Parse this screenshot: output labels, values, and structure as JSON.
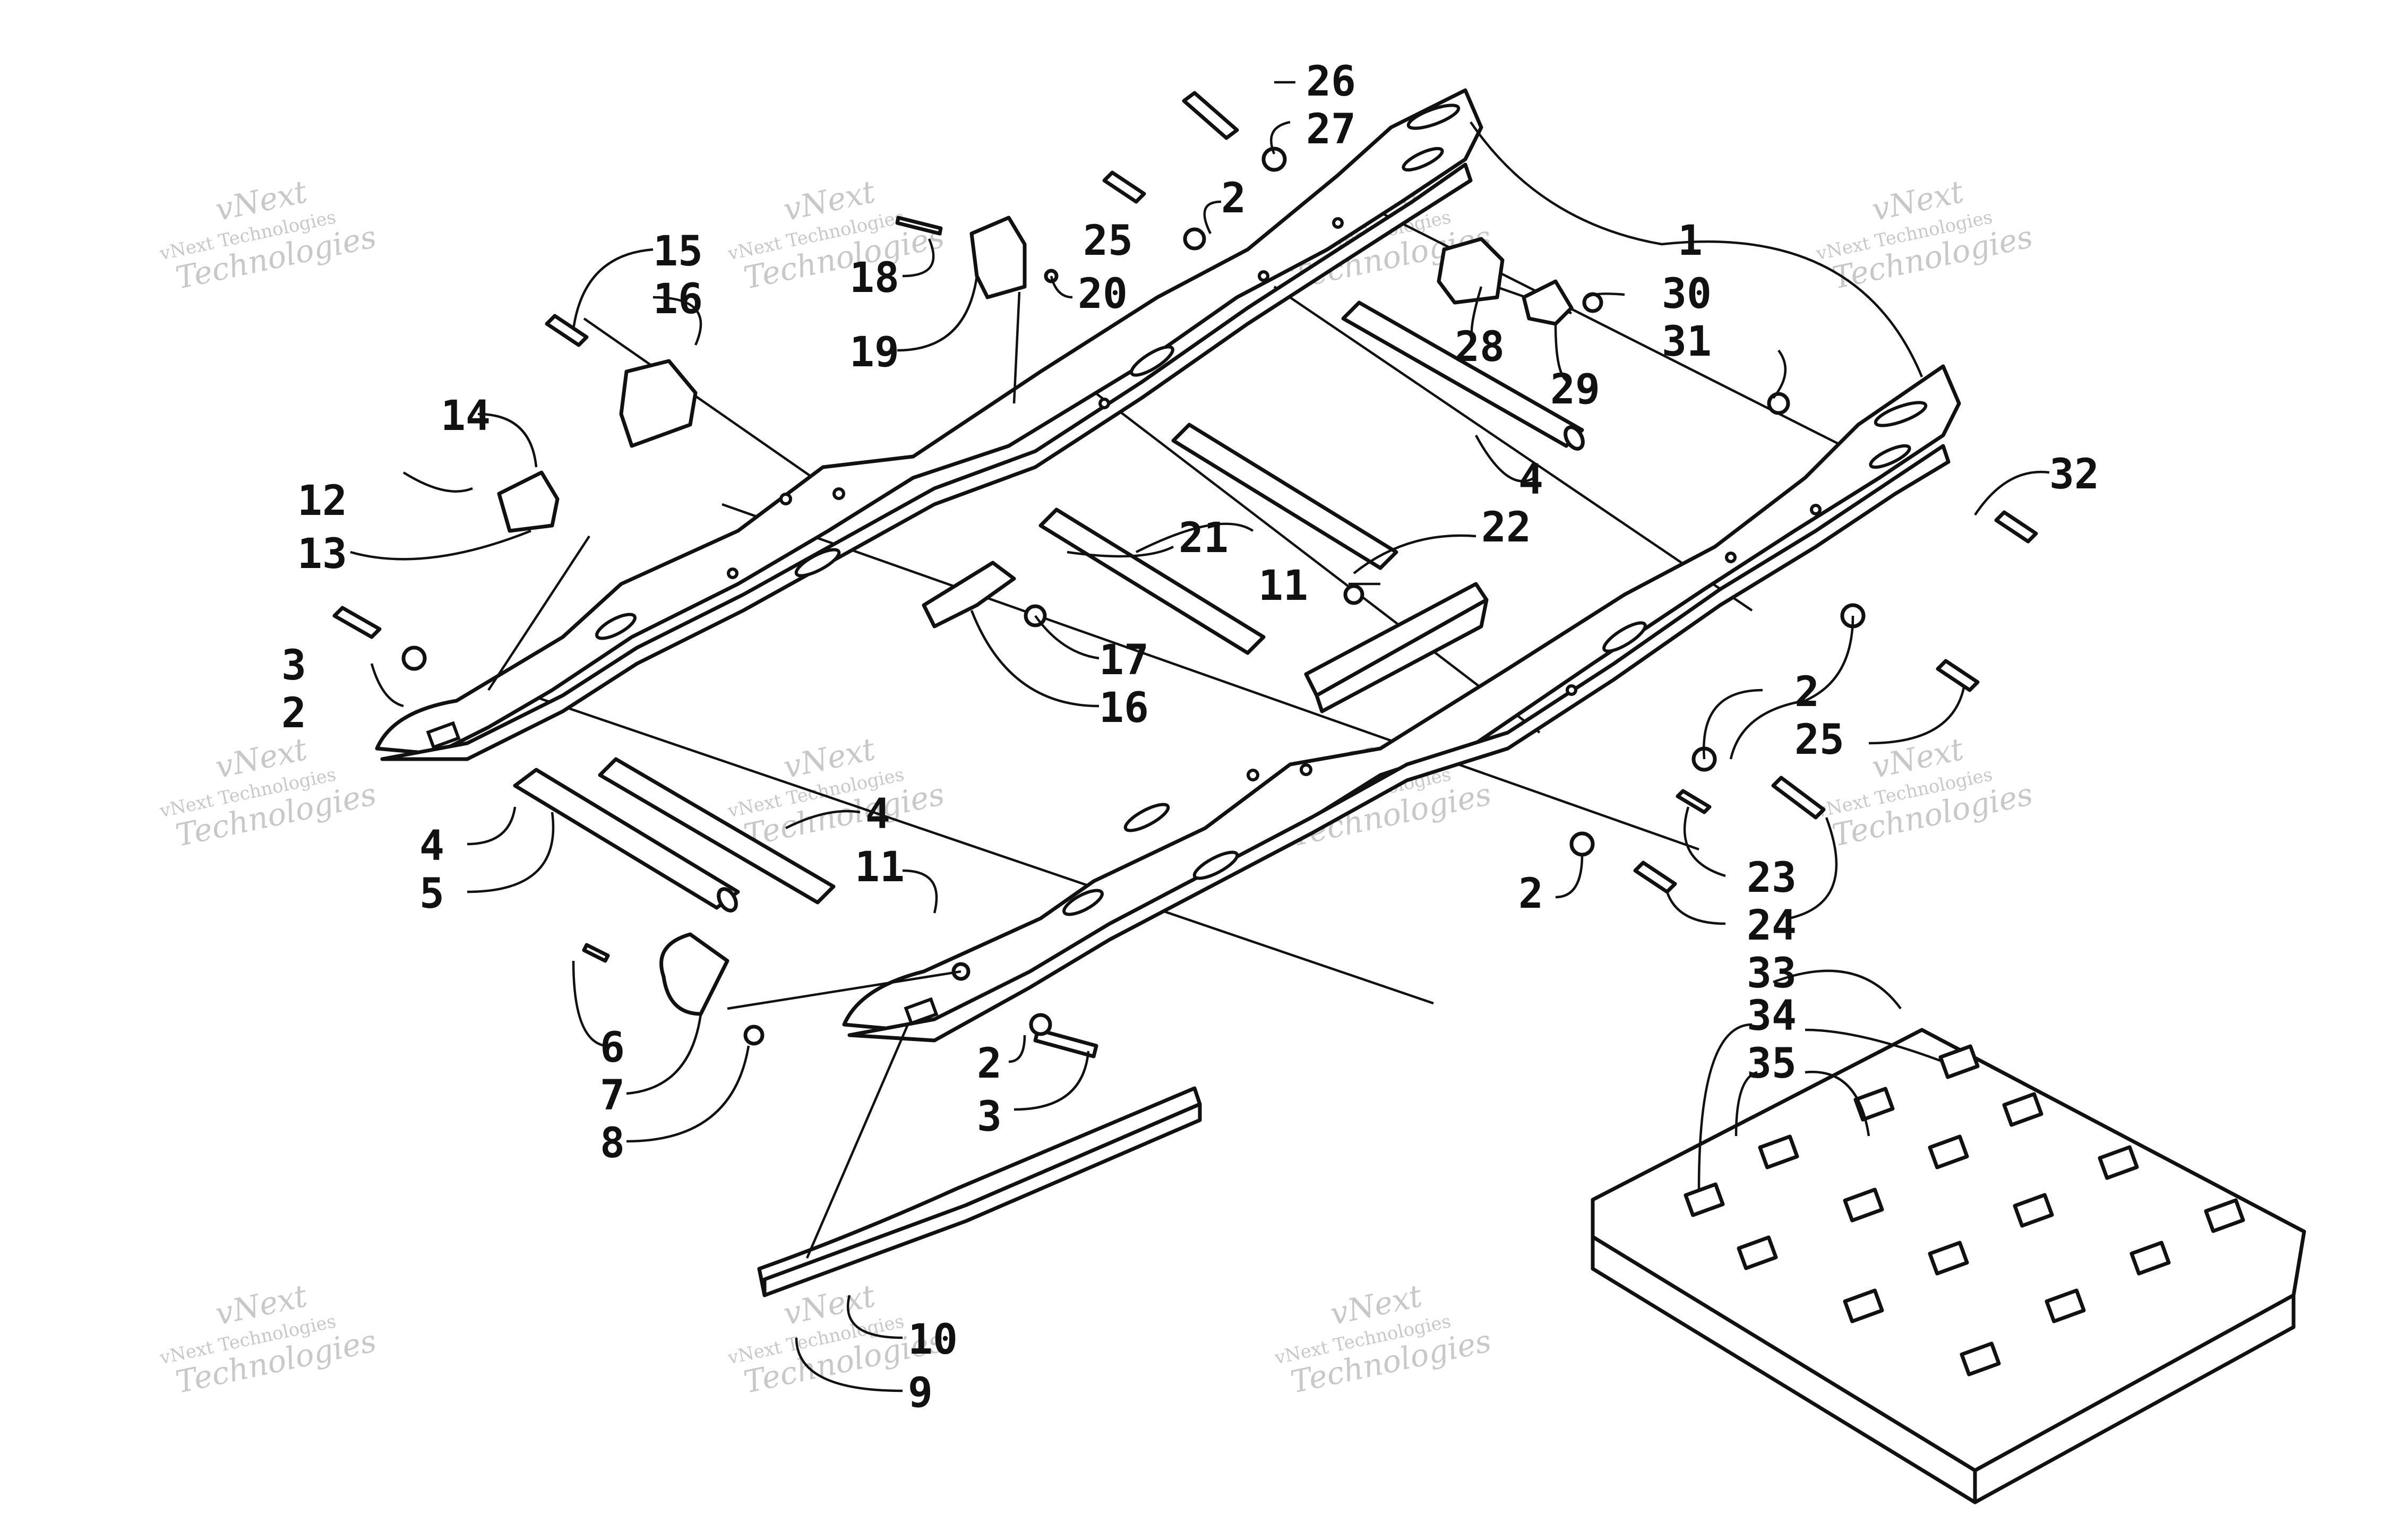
{
  "watermark": {
    "line1": "vNext Technologies",
    "line2": "vNext",
    "line3": "Technologies"
  },
  "callouts": {
    "c1": "1",
    "c2a": "2",
    "c2b": "2",
    "c2c": "2",
    "c2d": "2",
    "c2e": "2",
    "c3a": "3",
    "c3b": "3",
    "c4a": "4",
    "c4b": "4",
    "c4c": "4",
    "c5": "5",
    "c6": "6",
    "c7": "7",
    "c8": "8",
    "c9": "9",
    "c10": "10",
    "c11a": "11",
    "c11b": "11",
    "c12": "12",
    "c13": "13",
    "c14": "14",
    "c15": "15",
    "c16a": "16",
    "c16b": "16",
    "c17": "17",
    "c18": "18",
    "c19": "19",
    "c20": "20",
    "c21": "21",
    "c22": "22",
    "c23": "23",
    "c24": "24",
    "c25a": "25",
    "c25b": "25",
    "c26": "26",
    "c27": "27",
    "c28": "28",
    "c29": "29",
    "c30": "30",
    "c31": "31",
    "c32": "32",
    "c33": "33",
    "c34": "34",
    "c35": "35"
  }
}
